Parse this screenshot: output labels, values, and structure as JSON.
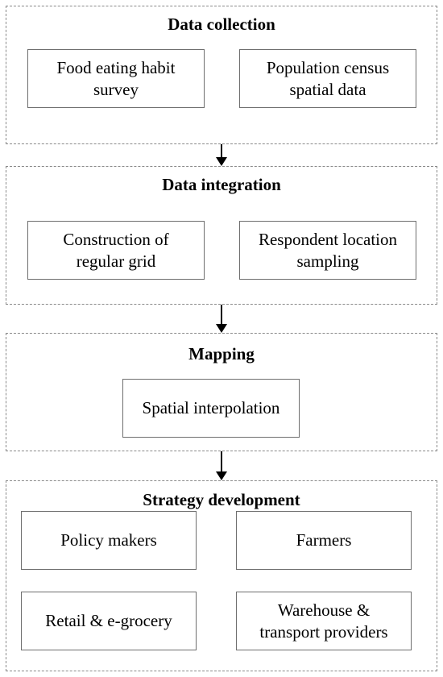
{
  "stages": {
    "collection": {
      "title": "Data collection",
      "boxes": [
        "Food eating habit\nsurvey",
        "Population census\nspatial data"
      ]
    },
    "integration": {
      "title": "Data integration",
      "boxes": [
        "Construction of\nregular grid",
        "Respondent location\nsampling"
      ]
    },
    "mapping": {
      "title": "Mapping",
      "boxes": [
        "Spatial interpolation"
      ]
    },
    "strategy": {
      "title": "Strategy development",
      "boxes": [
        "Policy makers",
        "Farmers",
        "Retail & e-grocery",
        "Warehouse &\ntransport providers"
      ]
    }
  },
  "colors": {
    "stage_border": "#8a8a8a",
    "box_border": "#6e6e6e",
    "arrow": "#000000"
  }
}
